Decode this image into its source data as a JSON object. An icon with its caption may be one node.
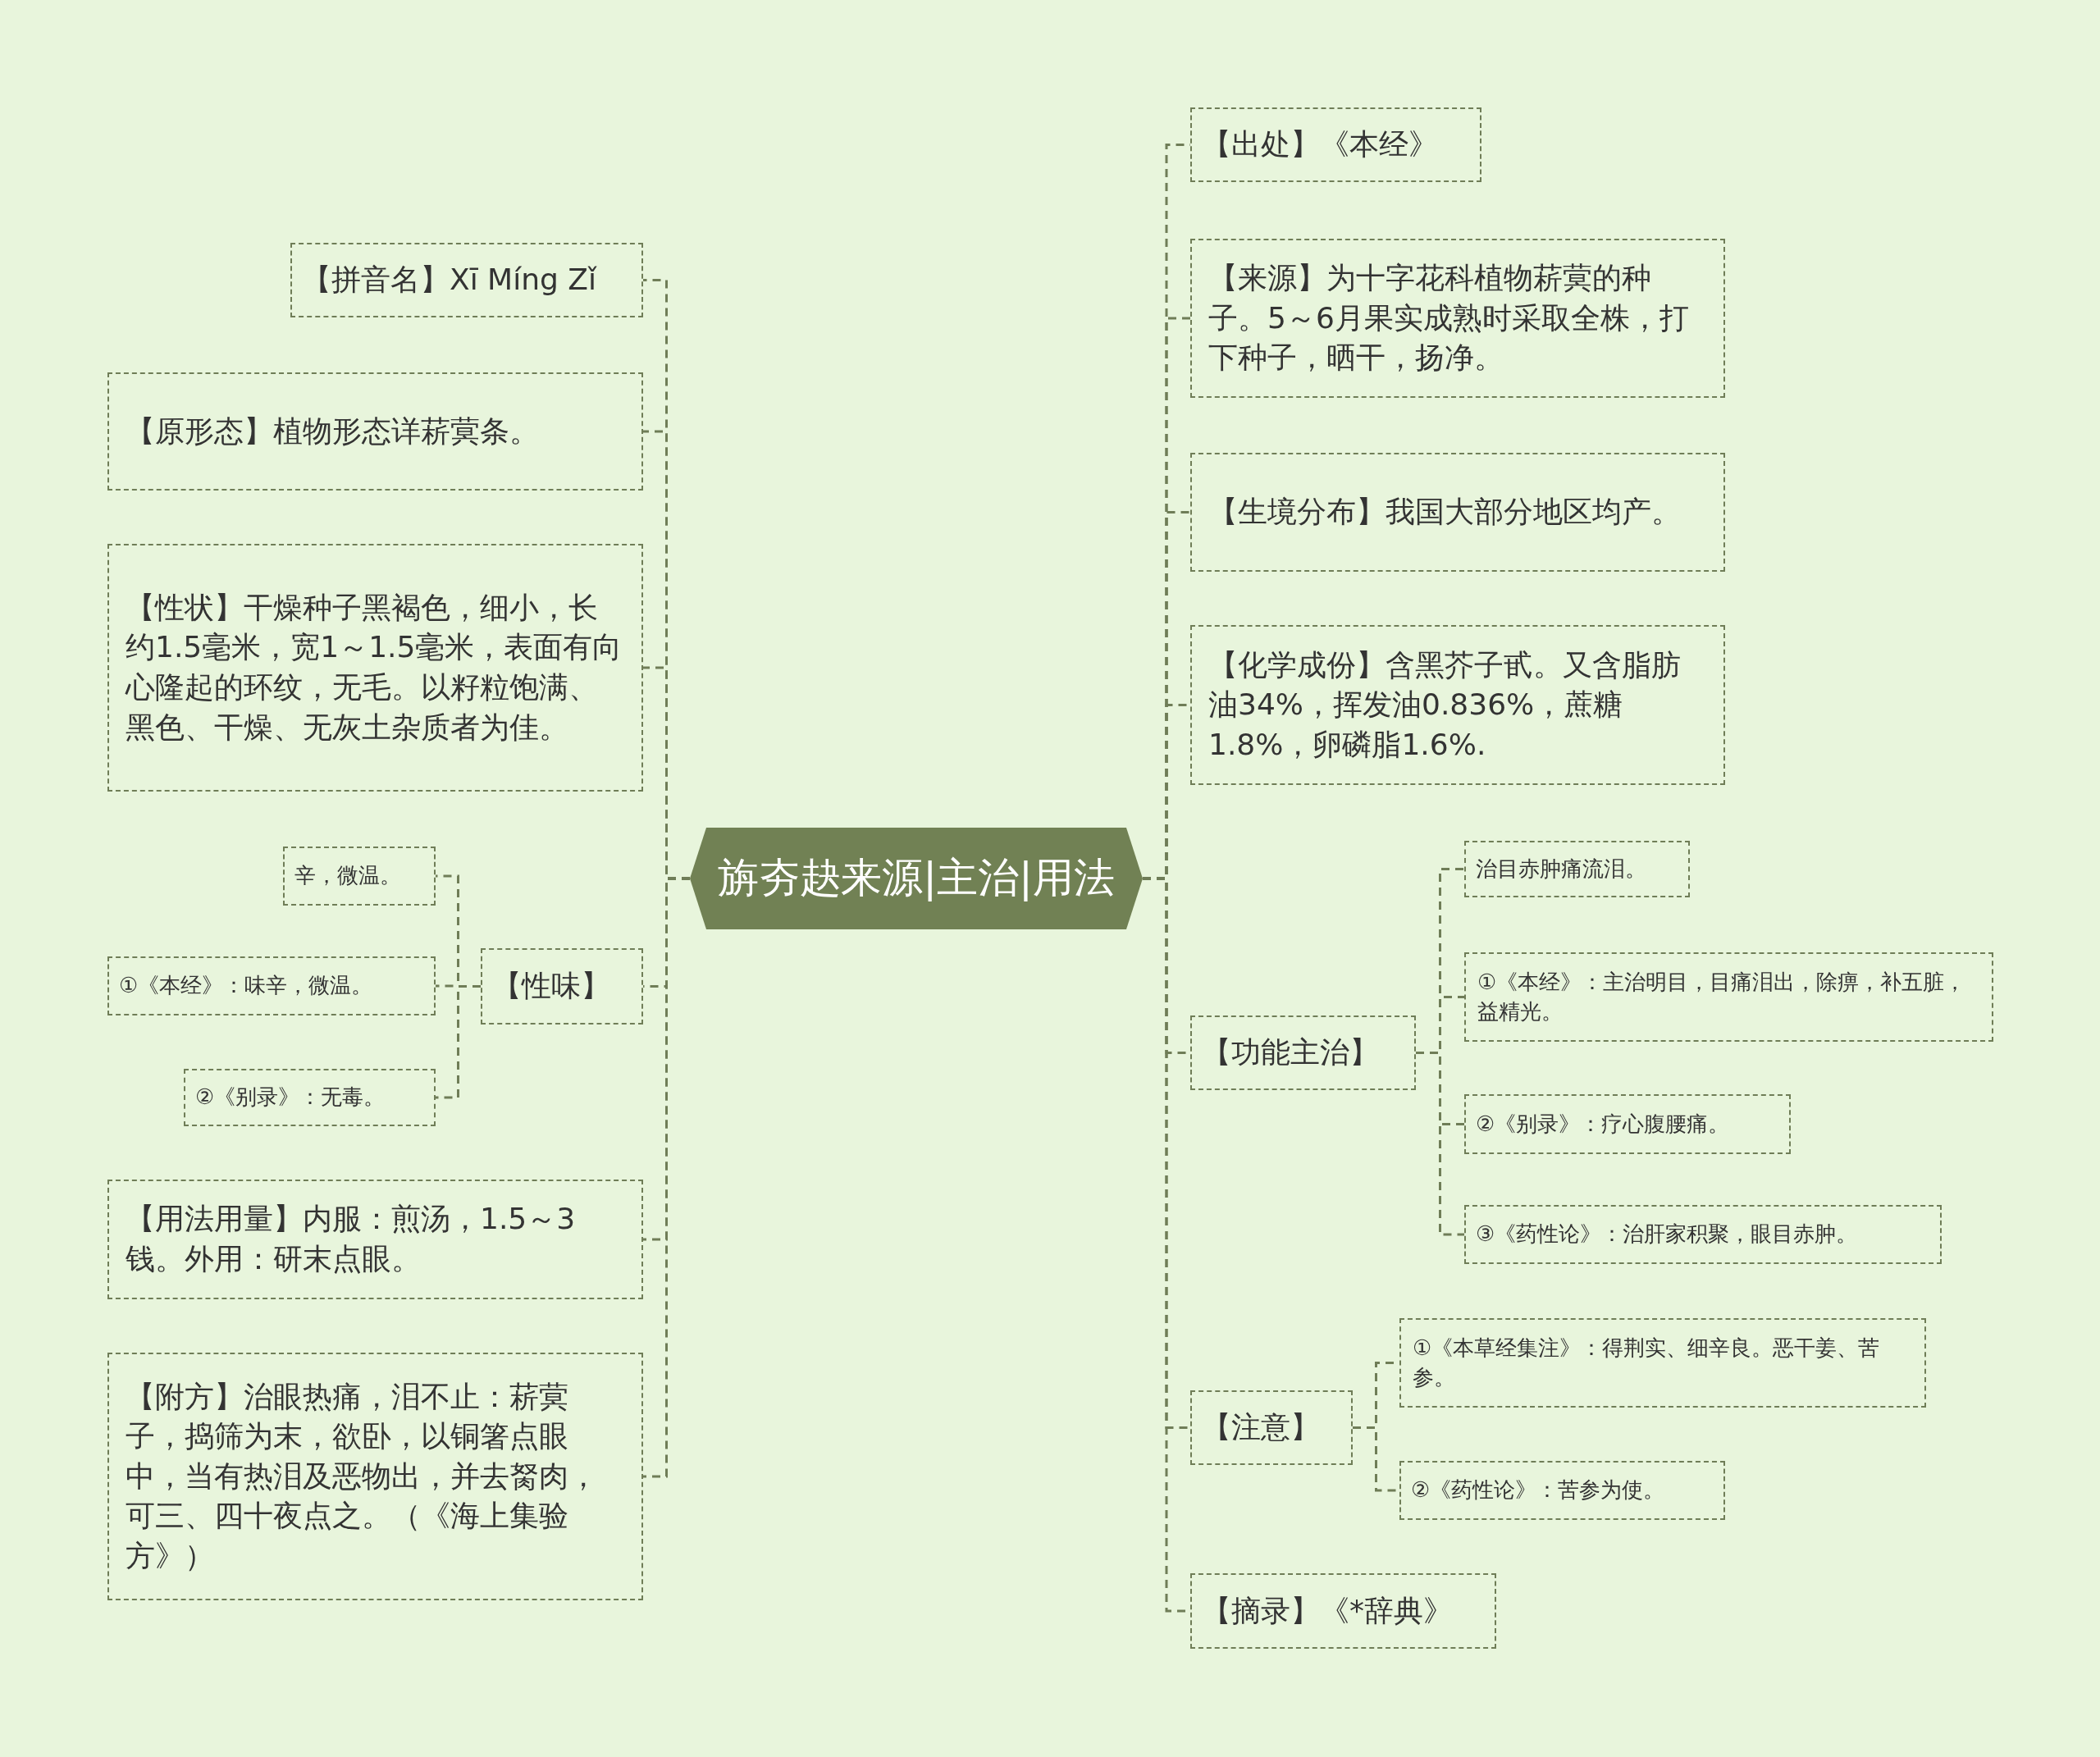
{
  "diagram": {
    "nodes": [
      {
        "text": [
          "旃夯赽来源|主治|用法"
        ]
      },
      {
        "text": [
          "【拼音名】Xī Míng Zǐ"
        ]
      },
      {
        "text": [
          "【原形态】植物形态详菥蓂条。"
        ]
      },
      {
        "text": [
          "【性状】干燥种子黑褐色，细小，长约1.5毫米，宽1～1.5毫米，表面有向心隆起的环纹，无毛。以籽粒饱满、黑色、干燥、无灰土杂质者为佳。"
        ]
      },
      {
        "text": [
          "【性味】"
        ]
      },
      {
        "text": [
          "辛，微温。"
        ]
      },
      {
        "text": [
          "①《本经》：味辛，微温。"
        ]
      },
      {
        "text": [
          "②《别录》：无毒。"
        ]
      },
      {
        "text": [
          "【用法用量】内服：煎汤，1.5～3钱。外用：研末点眼。"
        ]
      },
      {
        "text": [
          "【附方】治眼热痛，泪不止：菥蓂子，捣筛为末，欲卧，以铜箸点眼中，当有热泪及恶物出，并去胬肉，可三、四十夜点之。（《海上集验方》）"
        ]
      },
      {
        "text": [
          "【出处】《本经》"
        ]
      },
      {
        "text": [
          "【来源】为十字花科植物菥蓂的种子。5～6月果实成熟时采取全株，打下种子，晒干，扬净。"
        ]
      },
      {
        "text": [
          "【生境分布】我国大部分地区均产。"
        ]
      },
      {
        "text": [
          "【化学成份】含黑芥子甙。又含脂肪油34%，挥发油0.836%，蔗糖1.8%，卵磷脂1.6%."
        ]
      },
      {
        "text": [
          "【功能主治】"
        ]
      },
      {
        "text": [
          "治目赤肿痛流泪。"
        ]
      },
      {
        "text": [
          "①《本经》：主治明目，目痛泪出，除痹，补五脏，益精光。"
        ]
      },
      {
        "text": [
          "②《别录》：疗心腹腰痛。"
        ]
      },
      {
        "text": [
          "③《药性论》：治肝家积聚，眼目赤肿。"
        ]
      },
      {
        "text": [
          "【注意】"
        ]
      },
      {
        "text": [
          "①《本草经集注》：得荆实、细辛良。恶干姜、苦参。"
        ]
      },
      {
        "text": [
          "②《药性论》：苦参为使。"
        ]
      },
      {
        "text": [
          "【摘录】《*辞典》"
        ]
      }
    ],
    "edges": [
      {
        "from": 0,
        "to": 1,
        "arrow": "none"
      },
      {
        "from": 0,
        "to": 2,
        "arrow": "none"
      },
      {
        "from": 0,
        "to": 3,
        "arrow": "none"
      },
      {
        "from": 0,
        "to": 4,
        "arrow": "none"
      },
      {
        "from": 4,
        "to": 5,
        "arrow": "none"
      },
      {
        "from": 4,
        "to": 6,
        "arrow": "none"
      },
      {
        "from": 4,
        "to": 7,
        "arrow": "none"
      },
      {
        "from": 0,
        "to": 8,
        "arrow": "none"
      },
      {
        "from": 0,
        "to": 9,
        "arrow": "none"
      },
      {
        "from": 0,
        "to": 10,
        "arrow": "none"
      },
      {
        "from": 0,
        "to": 11,
        "arrow": "none"
      },
      {
        "from": 0,
        "to": 12,
        "arrow": "none"
      },
      {
        "from": 0,
        "to": 13,
        "arrow": "none"
      },
      {
        "from": 0,
        "to": 14,
        "arrow": "none"
      },
      {
        "from": 14,
        "to": 15,
        "arrow": "none"
      },
      {
        "from": 14,
        "to": 16,
        "arrow": "none"
      },
      {
        "from": 14,
        "to": 17,
        "arrow": "none"
      },
      {
        "from": 14,
        "to": 18,
        "arrow": "none"
      },
      {
        "from": 0,
        "to": 19,
        "arrow": "none"
      },
      {
        "from": 19,
        "to": 20,
        "arrow": "none"
      },
      {
        "from": 19,
        "to": 21,
        "arrow": "none"
      },
      {
        "from": 0,
        "to": 22,
        "arrow": "none"
      }
    ]
  }
}
